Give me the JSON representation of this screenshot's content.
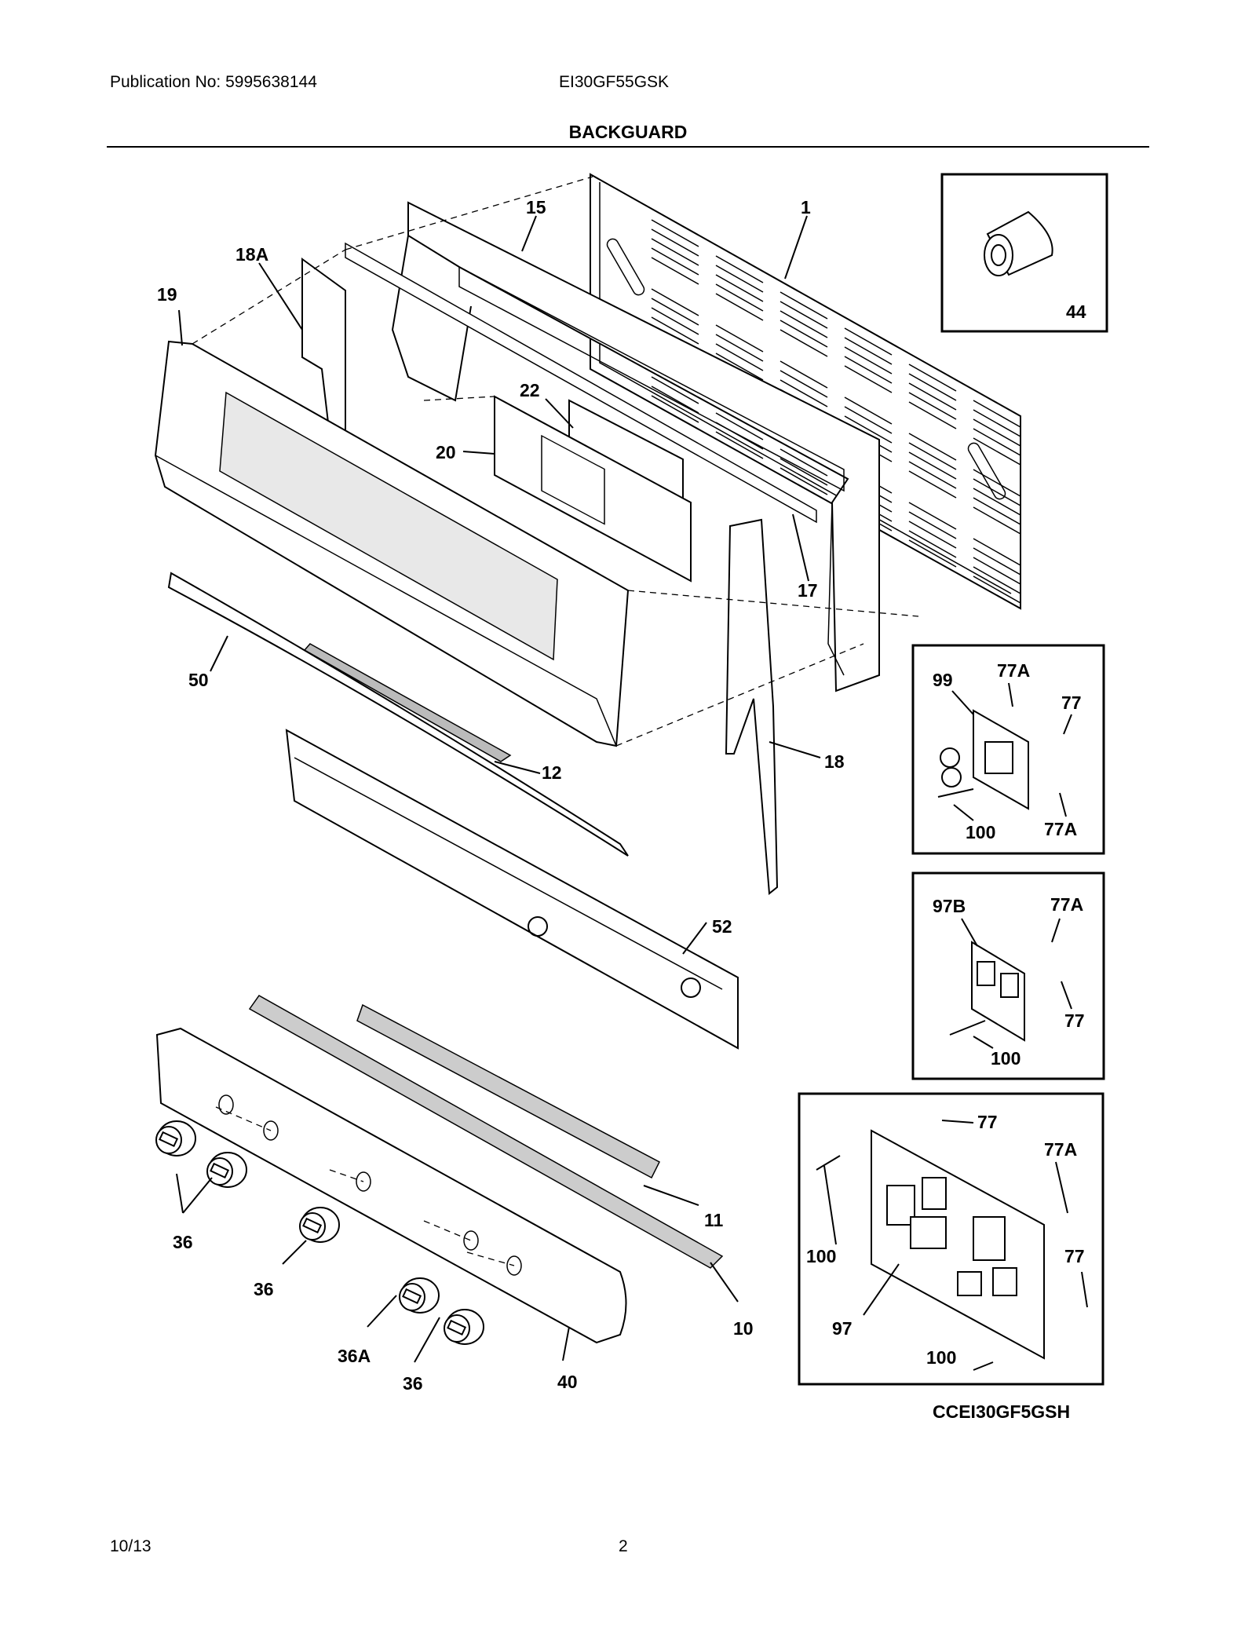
{
  "header": {
    "publication": "Publication No: 5995638144",
    "model": "EI30GF55GSK",
    "title": "BACKGUARD"
  },
  "callouts": {
    "c1": "1",
    "c15": "15",
    "c18a": "18A",
    "c19": "19",
    "c22": "22",
    "c20": "20",
    "c17": "17",
    "c50": "50",
    "c12": "12",
    "c18": "18",
    "c52": "52",
    "c11": "11",
    "c10": "10",
    "c36a": "36",
    "c36b": "36",
    "c36c": "36",
    "c36d": "36A",
    "c40": "40",
    "c44": "44"
  },
  "inset_a": {
    "c99": "99",
    "c77a1": "77A",
    "c77": "77",
    "c100": "100",
    "c77a2": "77A"
  },
  "inset_b": {
    "c97b": "97B",
    "c77a": "77A",
    "c77": "77",
    "c100": "100"
  },
  "inset_c": {
    "c77a": "77",
    "c77A": "77A",
    "c100a": "100",
    "c77b": "77",
    "c97": "97",
    "c100b": "100"
  },
  "footer": {
    "diagram_code": "CCEI30GF5GSH",
    "date": "10/13",
    "page": "2"
  }
}
